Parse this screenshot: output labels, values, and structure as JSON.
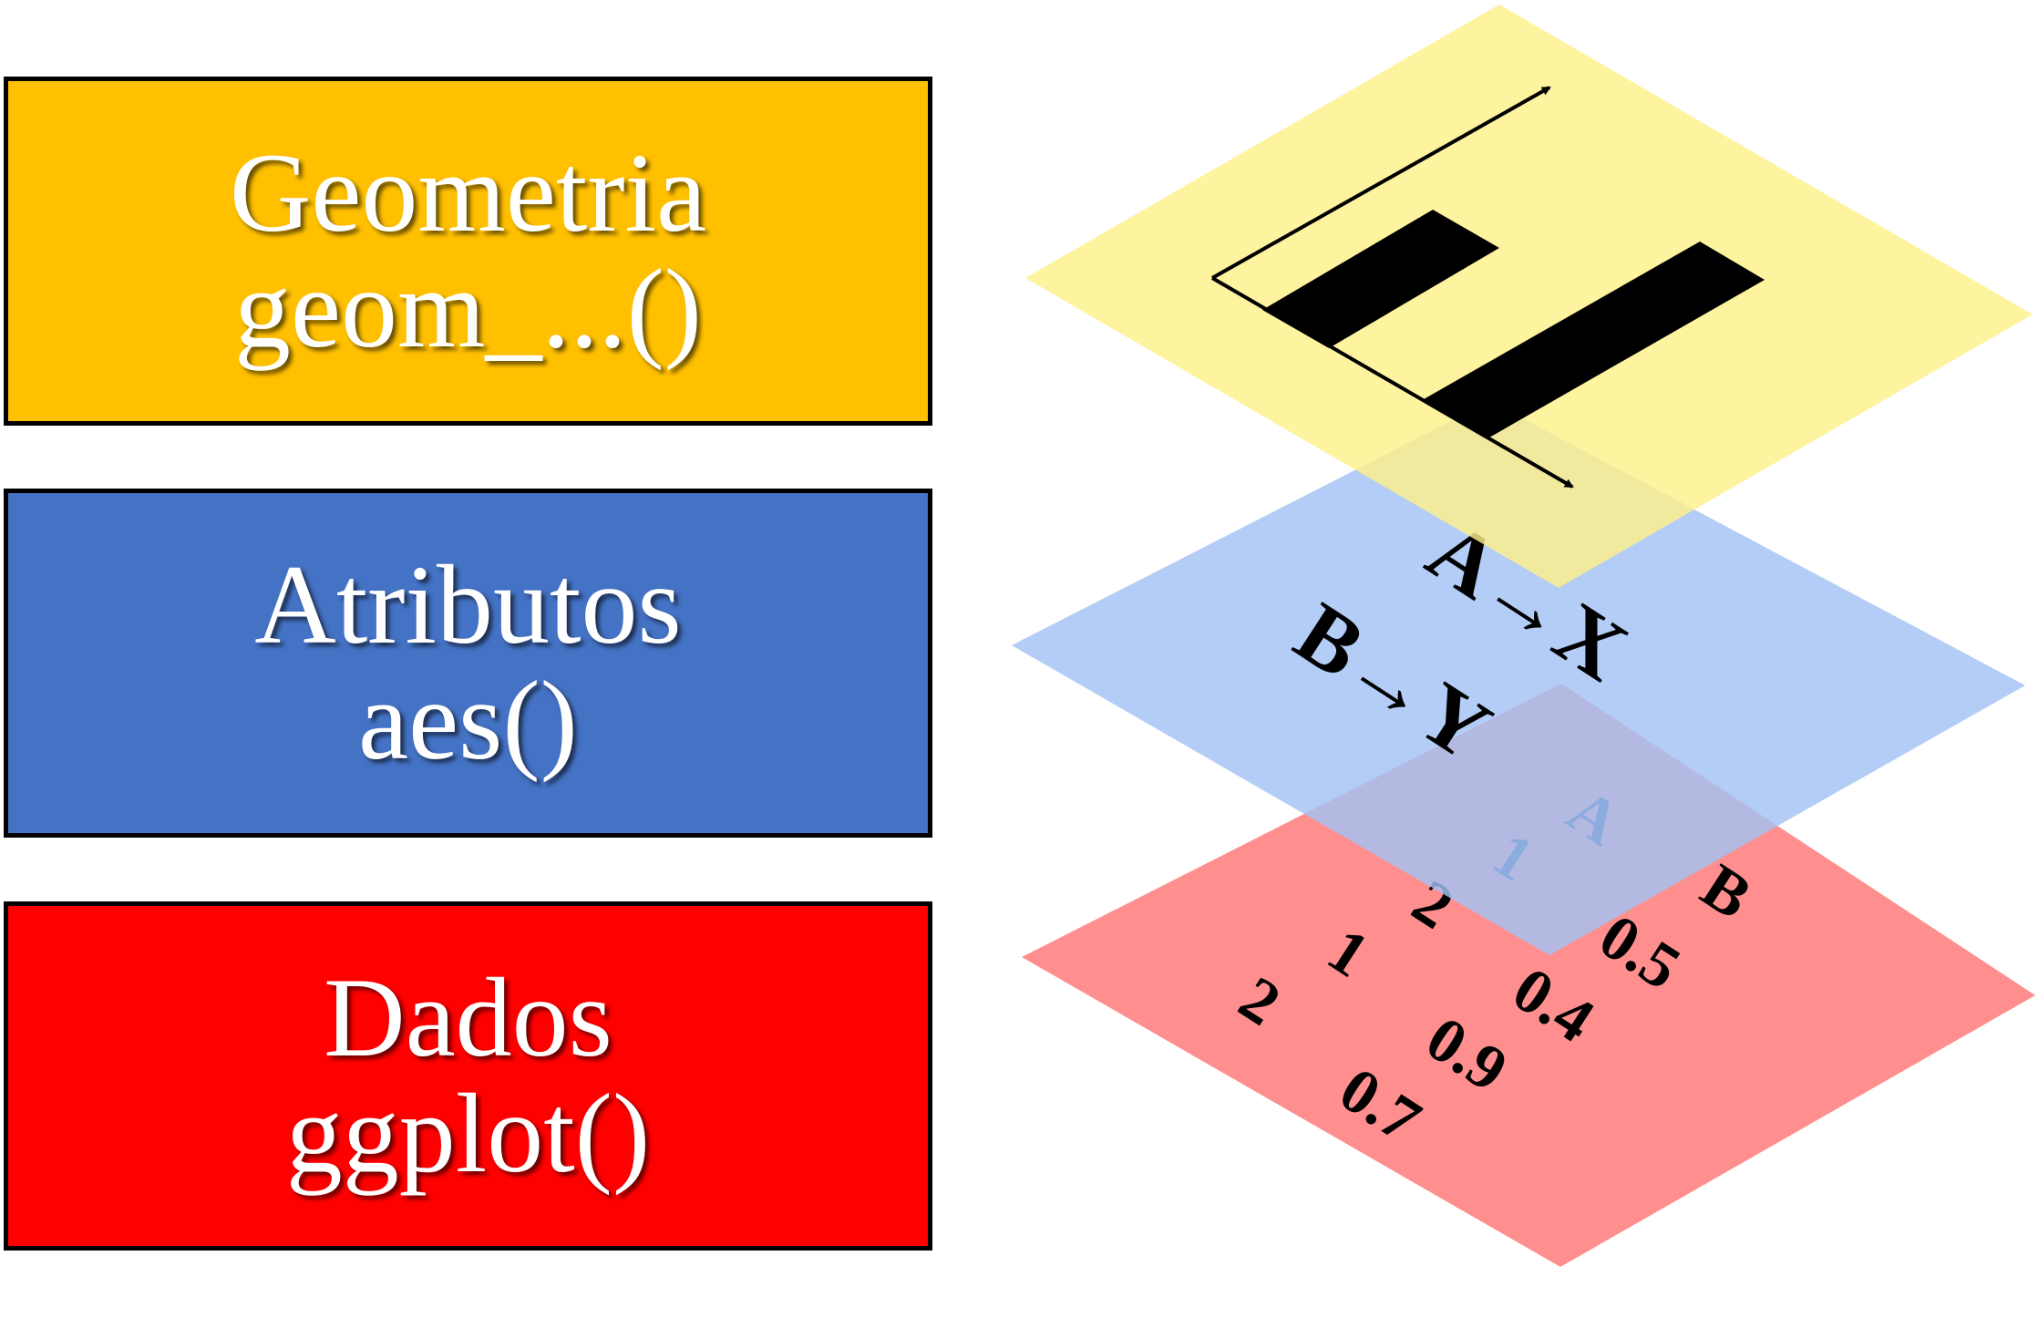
{
  "boxes": {
    "geometry": {
      "title": "Geometria",
      "code": "geom_...()",
      "color": "#FFC000"
    },
    "aesthetics": {
      "title": "Atributos",
      "code": "aes()",
      "color": "#4472C4"
    },
    "data": {
      "title": "Dados",
      "code": "ggplot()",
      "color": "#FF0000"
    }
  },
  "planes": {
    "geometry_color": "#FEF08A",
    "aesthetics_color": "#A4C2F4",
    "data_color": "#FF8080"
  },
  "mapping": {
    "x": "A→X",
    "y": "B→Y"
  },
  "table": {
    "headers": [
      "A",
      "B"
    ],
    "rows": [
      [
        "1",
        "0.5"
      ],
      [
        "2",
        "0.4"
      ],
      [
        "1",
        "0.9"
      ],
      [
        "2",
        "0.7"
      ]
    ]
  }
}
